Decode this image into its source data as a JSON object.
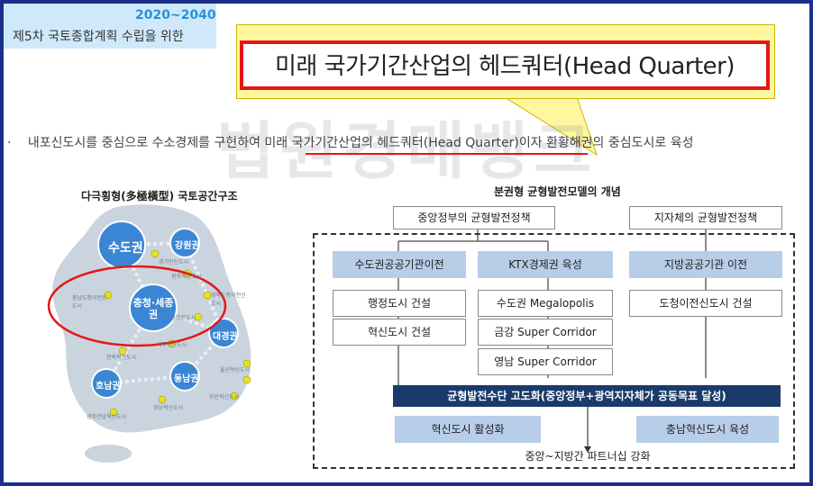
{
  "header": {
    "years": "2020~2040",
    "subtitle": "제5차 국토종합계획 수립을 위한"
  },
  "callout": {
    "title": "미래 국가기간산업의 헤드쿼터(Head Quarter)"
  },
  "bullet": {
    "marker": "·",
    "text": "내포신도시를 중심으로 수소경제를 구현하여 미래 국가기간산업의 헤드쿼터(Head Quarter)이자 환황해권의 중심도시로 육성"
  },
  "watermark": "법원경매뱅크",
  "left_section": {
    "title": "다극횡형(多極橫型) 국토공간구조",
    "regions": {
      "sudo": "수도권",
      "gangwon": "강원권",
      "chungcheong": "충청·세종권",
      "daegyeong": "대경권",
      "honam": "호남권",
      "dongnam": "동남권"
    },
    "small_labels": {
      "a": "경기만신도시",
      "b": "원주혁신도시",
      "c": "충남도청이전신도시",
      "d": "경북도청이전신도시",
      "e": "대구혁신도시",
      "f": "전북혁신도시",
      "g": "울산혁신도시",
      "h": "부산혁신도시",
      "i": "광주전남혁신도시",
      "j": "경남혁신도시",
      "k": "세종행정도시"
    }
  },
  "right_section": {
    "title": "분권형 균형발전모델의 개념",
    "central_policy": "중앙정부의 균형발전정책",
    "local_policy": "지자체의 균형발전정책",
    "col1": [
      "수도권공공기관이전",
      "행정도시 건설",
      "혁신도시 건설"
    ],
    "col2": [
      "KTX경제권 육성",
      "수도권 Megalopolis",
      "금강 Super Corridor",
      "영남 Super Corridor"
    ],
    "col3": [
      "지방공공기관 이전",
      "도청이전신도시 건설"
    ],
    "advance": "균형발전수단 고도화(중앙정부+광역지자체가 공동목표 달성)",
    "bottom_left": "혁신도시 활성화",
    "bottom_right": "충남혁신도시 육성",
    "partnership": "중앙~지방간 파트너십 강화"
  },
  "colors": {
    "frame": "#1b2f8a",
    "callout_bg": "#fff7a0",
    "callout_border": "#e51616",
    "header_bg": "#cfe9fb",
    "year": "#2b8fd6",
    "map_land": "#c9d4de",
    "region_circle": "#3a86d4",
    "dark_box": "#1a3a6b",
    "blue_box": "#b7cde8"
  }
}
